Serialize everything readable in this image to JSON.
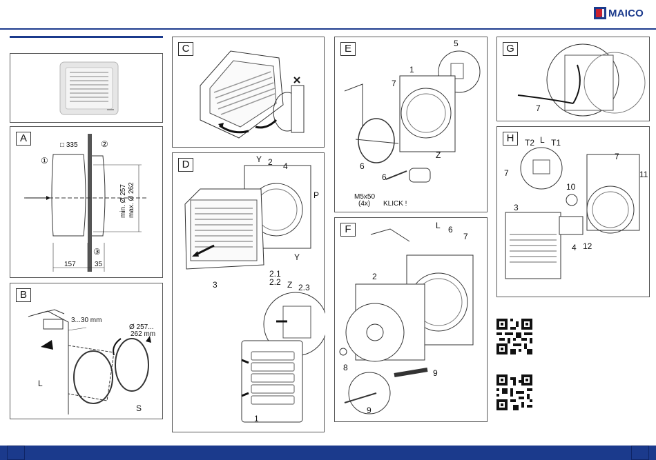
{
  "brand": {
    "name": "MAICO"
  },
  "panels": {
    "A": {
      "label": "A",
      "square_dim": "□ 335",
      "callout_1": "①",
      "callout_2": "②",
      "callout_3": "③",
      "min_dia": "min. Ø 257",
      "max_dia": "max. Ø 262",
      "depth": "157",
      "wall": "35"
    },
    "B": {
      "label": "B",
      "gap": "3...30 mm",
      "dia": "Ø 257...",
      "dia2": "262 mm",
      "L": "L",
      "S": "S"
    },
    "C": {
      "label": "C"
    },
    "D": {
      "label": "D",
      "Y": "Y",
      "n2": "2",
      "n4": "4",
      "P": "P",
      "n3": "3",
      "n21": "2.1",
      "n22": "2.2",
      "Y2": "Y",
      "Z": "Z",
      "n23": "2.3",
      "n1": "1"
    },
    "E": {
      "label": "E",
      "n5": "5",
      "n1": "1",
      "n7": "7",
      "n6": "6",
      "Z": "Z",
      "n6b": "6",
      "screw": "M5x50",
      "qty": "(4x)",
      "klick": "KLICK !"
    },
    "F": {
      "label": "F",
      "L": "L",
      "n6": "6",
      "n7": "7",
      "n2": "2",
      "n8": "8",
      "n9": "9",
      "n9b": "9"
    },
    "G": {
      "label": "G",
      "n7": "7"
    },
    "H": {
      "label": "H",
      "T2": "T2",
      "L": "L",
      "T1": "T1",
      "n7a": "7",
      "n7b": "7",
      "n11": "11",
      "n10": "10",
      "n3": "3",
      "n4": "4",
      "n12": "12"
    }
  },
  "qr_codes": [
    "qr-code-1",
    "qr-code-2"
  ]
}
